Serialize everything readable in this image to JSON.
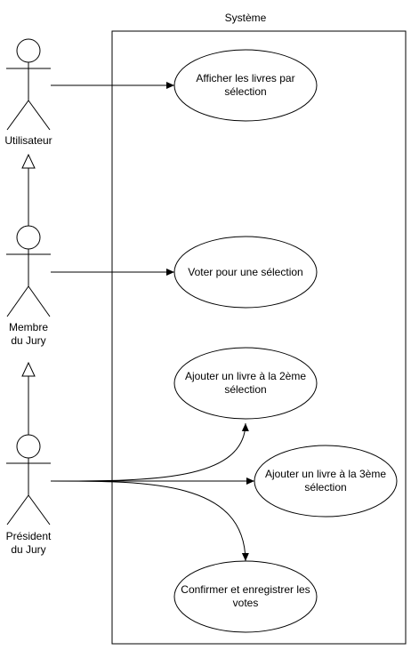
{
  "system": {
    "title": "Système"
  },
  "actors": {
    "utilisateur": {
      "name": "Utilisateur"
    },
    "membre": {
      "line1": "Membre",
      "line2": "du Jury"
    },
    "president": {
      "line1": "Président",
      "line2": "du Jury"
    }
  },
  "use_cases": {
    "afficher": {
      "line1": "Afficher les livres par",
      "line2": "sélection"
    },
    "voter": {
      "line1": "Voter pour une sélection"
    },
    "ajouter2": {
      "line1": "Ajouter un livre à la 2ème",
      "line2": "sélection"
    },
    "ajouter3": {
      "line1": "Ajouter un livre à la 3ème",
      "line2": "sélection"
    },
    "confirmer": {
      "line1": "Confirmer et enregistrer les",
      "line2": "votes"
    }
  }
}
